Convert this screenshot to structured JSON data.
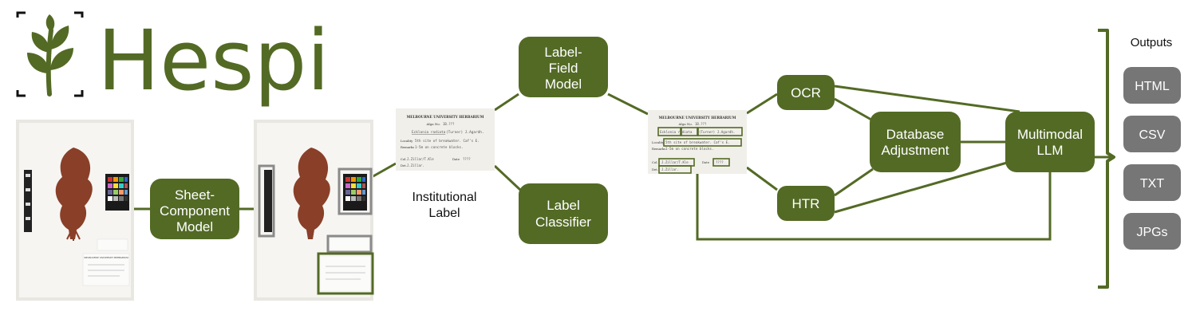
{
  "colors": {
    "primary_green": "#536a25",
    "node_text": "#ffffff",
    "output_gray": "#767676",
    "connector": "#536a25",
    "label_paper": "#f1efea",
    "seaweed": "#8a3f28"
  },
  "logo": {
    "text": "Hespi",
    "icon": "sprout-icon"
  },
  "nodes": {
    "sheet_component_model": [
      "Sheet-",
      "Component",
      "Model"
    ],
    "label_field_model": [
      "Label-",
      "Field",
      "Model"
    ],
    "label_classifier": [
      "Label",
      "Classifier"
    ],
    "ocr": [
      "OCR"
    ],
    "htr": [
      "HTR"
    ],
    "database_adjustment": [
      "Database",
      "Adjustment"
    ],
    "multimodal_llm": [
      "Multimodal",
      "LLM"
    ]
  },
  "institutional_label_caption": [
    "Institutional",
    "Label"
  ],
  "outputs": {
    "title": "Outputs",
    "items": [
      "HTML",
      "CSV",
      "TXT",
      "JPGs"
    ]
  },
  "label_image": {
    "header": "MELBOURNE UNIVERSITY HERBARIUM",
    "alga_prefix": "Alga No.",
    "alga_no": "1B.???",
    "species": "Ecklonia radiata",
    "authority": "(Turner) J.Agardh.",
    "locality_prefix": "Locality",
    "locality": "5th site of breakwater. Caf's E.",
    "remarks_prefix": "Remarks",
    "remarks": "1-5m on concrete blocks.",
    "collector_prefix": "Col.",
    "collector": "J.Zillar/T.Kle",
    "det_prefix": "Det.",
    "det": "J.Zillar.",
    "date_prefix": "Date",
    "date": "????"
  },
  "specimen_sheet": {
    "small_header": "MELBOURNE UNIVERSITY HERBARIUM"
  }
}
